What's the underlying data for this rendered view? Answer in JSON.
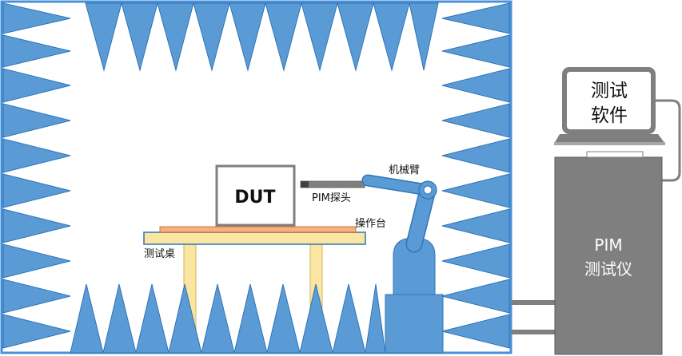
{
  "labels": {
    "dut": "DUT",
    "pim_probe": "PIM探头",
    "robot_arm": "机械臂",
    "operating_platform": "操作台",
    "test_table": "测试桌",
    "software_line1": "测试",
    "software_line2": "软件",
    "instrument_line1": "PIM",
    "instrument_line2": "测试仪"
  },
  "colors": {
    "absorber": "#5b9bd5",
    "absorber_stroke": "#2e75b6",
    "chamber_border": "#4a90d9",
    "table": "#fbe5a3",
    "platform": "#f4b183",
    "instrument": "#7f7f7f",
    "probe": "#666666"
  }
}
